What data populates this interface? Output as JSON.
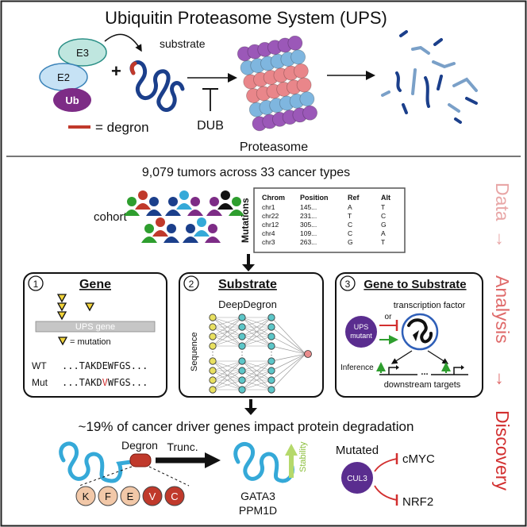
{
  "title": "Ubiquitin Proteasome System (UPS)",
  "ups": {
    "e3": "E3",
    "e2": "E2",
    "ub": "Ub",
    "plus": "+",
    "substrate": "substrate",
    "degron_legend": "= degron",
    "dub": "DUB",
    "proteasome": "Proteasome"
  },
  "cohort": {
    "summary": "9,079 tumors across 33 cancer types",
    "cohort_label": "cohort",
    "mutations_label": "Mutations",
    "table": {
      "headers": [
        "Chrom",
        "Position",
        "Ref",
        "Alt"
      ],
      "rows": [
        [
          "chr1",
          "145...",
          "A",
          "T"
        ],
        [
          "chr22",
          "231...",
          "T",
          "C"
        ],
        [
          "chr12",
          "305...",
          "C",
          "G"
        ],
        [
          "chr4",
          "109...",
          "C",
          "A"
        ],
        [
          "chr3",
          "263...",
          "G",
          "T"
        ]
      ]
    }
  },
  "panels": {
    "gene": {
      "num": "1",
      "title": "Gene",
      "bar_label": "UPS gene",
      "legend": "= mutation",
      "wt_label": "WT",
      "wt_seq": "...TAKDEWFGS...",
      "mut_label": "Mut",
      "mut_seq_pre": "...TAKD",
      "mut_letter": "V",
      "mut_seq_post": "WFGS..."
    },
    "substrate": {
      "num": "2",
      "title": "Substrate",
      "model": "DeepDegron",
      "axis": "Sequence"
    },
    "gene_to_substrate": {
      "num": "3",
      "title": "Gene to Substrate",
      "tf": "transcription factor",
      "ups_line1": "UPS",
      "ups_line2": "mutant",
      "or": "or",
      "inference": "Inference",
      "targets": "downstream targets"
    }
  },
  "discovery": {
    "headline": "~19% of cancer driver genes impact protein degradation",
    "degron": "Degron",
    "trunc": "Trunc.",
    "stability": "Stability",
    "residues": [
      "K",
      "F",
      "E",
      "V",
      "C"
    ],
    "genes1": "GATA3",
    "genes2": "PPM1D",
    "mutated": "Mutated",
    "cul3": "CUL3",
    "target1": "cMYC",
    "target2": "NRF2"
  },
  "side_flow": {
    "data": "Data",
    "analysis": "Analysis",
    "discovery": "Discovery",
    "arrow1": "→",
    "arrow2": "→"
  },
  "colors": {
    "e3_fill": "#bfe6df",
    "e2_fill": "#c6e2f5",
    "ub_fill": "#7d2c86",
    "degron_red": "#c0392b",
    "substrate_blue": "#1b3f8b",
    "cyan": "#35a9d8",
    "green": "#2e9e2e",
    "data_pink": "#e8a6a6",
    "analysis_red": "#df6a6a",
    "discovery_red": "#d22f2f",
    "lime": "#b5d96b"
  }
}
